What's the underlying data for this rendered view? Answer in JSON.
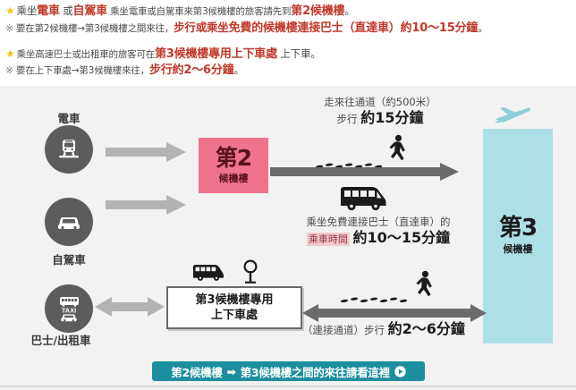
{
  "notes": {
    "lines": [
      {
        "marker": "star",
        "segments": [
          {
            "text": "乘坐",
            "style": "plain"
          },
          {
            "text": "電車",
            "style": "red"
          },
          {
            "text": " 或",
            "style": "plain"
          },
          {
            "text": "自駕車",
            "style": "red"
          },
          {
            "text": " 乘坐電車或自駕車來第3候機樓的旅客請先到",
            "style": "plain"
          },
          {
            "text": "第2候機樓",
            "style": "red"
          },
          {
            "text": "。",
            "style": "plain"
          }
        ]
      },
      {
        "marker": "note",
        "segments": [
          {
            "text": "要在第2候機樓→第3候機樓之間來往，",
            "style": "plain"
          },
          {
            "text": "步行或乘坐",
            "style": "red-small"
          },
          {
            "text": "免費的候機樓連接巴士（直達車）約10～15分鐘",
            "style": "red"
          },
          {
            "text": "。",
            "style": "plain"
          }
        ]
      },
      {
        "marker": "star",
        "segments": [
          {
            "text": "乘坐高速巴士或出租車的旅客可在",
            "style": "plain"
          },
          {
            "text": "第3候機樓專用上下車處",
            "style": "red"
          },
          {
            "text": " 上下車。",
            "style": "plain"
          }
        ]
      },
      {
        "marker": "note",
        "segments": [
          {
            "text": "要在上下車處→第3候機樓來往，",
            "style": "plain"
          },
          {
            "text": "步行約2～6分鐘",
            "style": "red"
          },
          {
            "text": "。",
            "style": "plain"
          }
        ]
      }
    ]
  },
  "diagram": {
    "train": {
      "label": "電車",
      "icon": "train-icon"
    },
    "car": {
      "label": "自駕車",
      "icon": "car-icon"
    },
    "bus_taxi": {
      "label": "巴士/出租車",
      "icon": "bus-taxi-icon"
    },
    "terminal2": {
      "number": "第2",
      "sub": "候機樓"
    },
    "terminal3": {
      "number": "第3",
      "sub": "候機樓"
    },
    "dropoff": {
      "line1": "第3候機樓專用",
      "line2": "上下車處"
    },
    "walk_top": {
      "line1": "走來往通道（約500米）",
      "line2_prefix": "步行",
      "line2_strong": "約15分鐘"
    },
    "bus_mid": {
      "line1": "乘坐免費連接巴士（直達車）的",
      "line2_tag": "乘車時間",
      "line2_strong": "約10～15分鐘"
    },
    "walk_bottom": {
      "prefix": "（連接通道）步行",
      "strong": "約2～6分鐘"
    },
    "icons": {
      "plane": "airplane-icon",
      "bus": "bus-icon",
      "pedestrian": "pedestrian-icon",
      "footprints": "footprints-icon",
      "bus_stop_sign": "bus-stop-sign-icon"
    },
    "colors": {
      "terminal2_bg": "#f0738e",
      "terminal3_bg": "#ace0e4",
      "banner_bg": "#1b8f9e",
      "icon_circle": "#5c5c5c",
      "arrow_gray": "#b3b3b3",
      "arrow_dark": "#6b6b6b",
      "panel_bg": "#f2f2f2",
      "note_red": "#c0392b"
    }
  },
  "banner": {
    "prefix": "第2候機樓",
    "arrow": "➡",
    "suffix": "第3候機樓之間的來往請看這裡",
    "play_icon": "play-circle-icon"
  }
}
